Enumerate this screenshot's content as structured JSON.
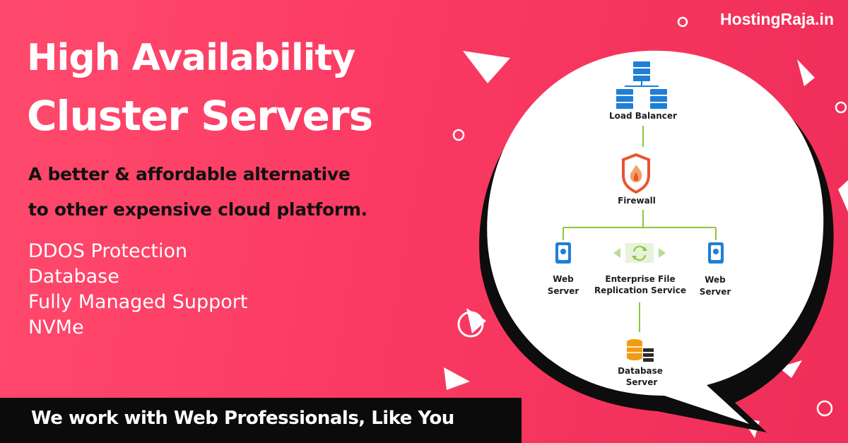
{
  "brand": "HostingRaja.in",
  "title": {
    "line1": "High Availability",
    "line2": "Cluster Servers"
  },
  "subtitle": {
    "line1": "A better & affordable alternative",
    "line2": "to other expensive cloud platform."
  },
  "features": [
    "DDOS Protection",
    "Database",
    "Fully Managed Support",
    "NVMe"
  ],
  "bottom_banner": "We work with Web Professionals, Like You",
  "diagram": {
    "load_balancer": "Load Balancer",
    "firewall": "Firewall",
    "web_server_left": [
      "Web",
      "Server"
    ],
    "replication": [
      "Enterprise File",
      "Replication Service"
    ],
    "web_server_right": [
      "Web",
      "Server"
    ],
    "database": [
      "Database",
      "Server"
    ]
  },
  "colors": {
    "background": "#fb3a63",
    "accent": "#ffffff",
    "bar": "#0b0b0b",
    "connector": "#8cc63f",
    "server_blue": "#1f7fd6",
    "database_orange": "#f39c12"
  }
}
